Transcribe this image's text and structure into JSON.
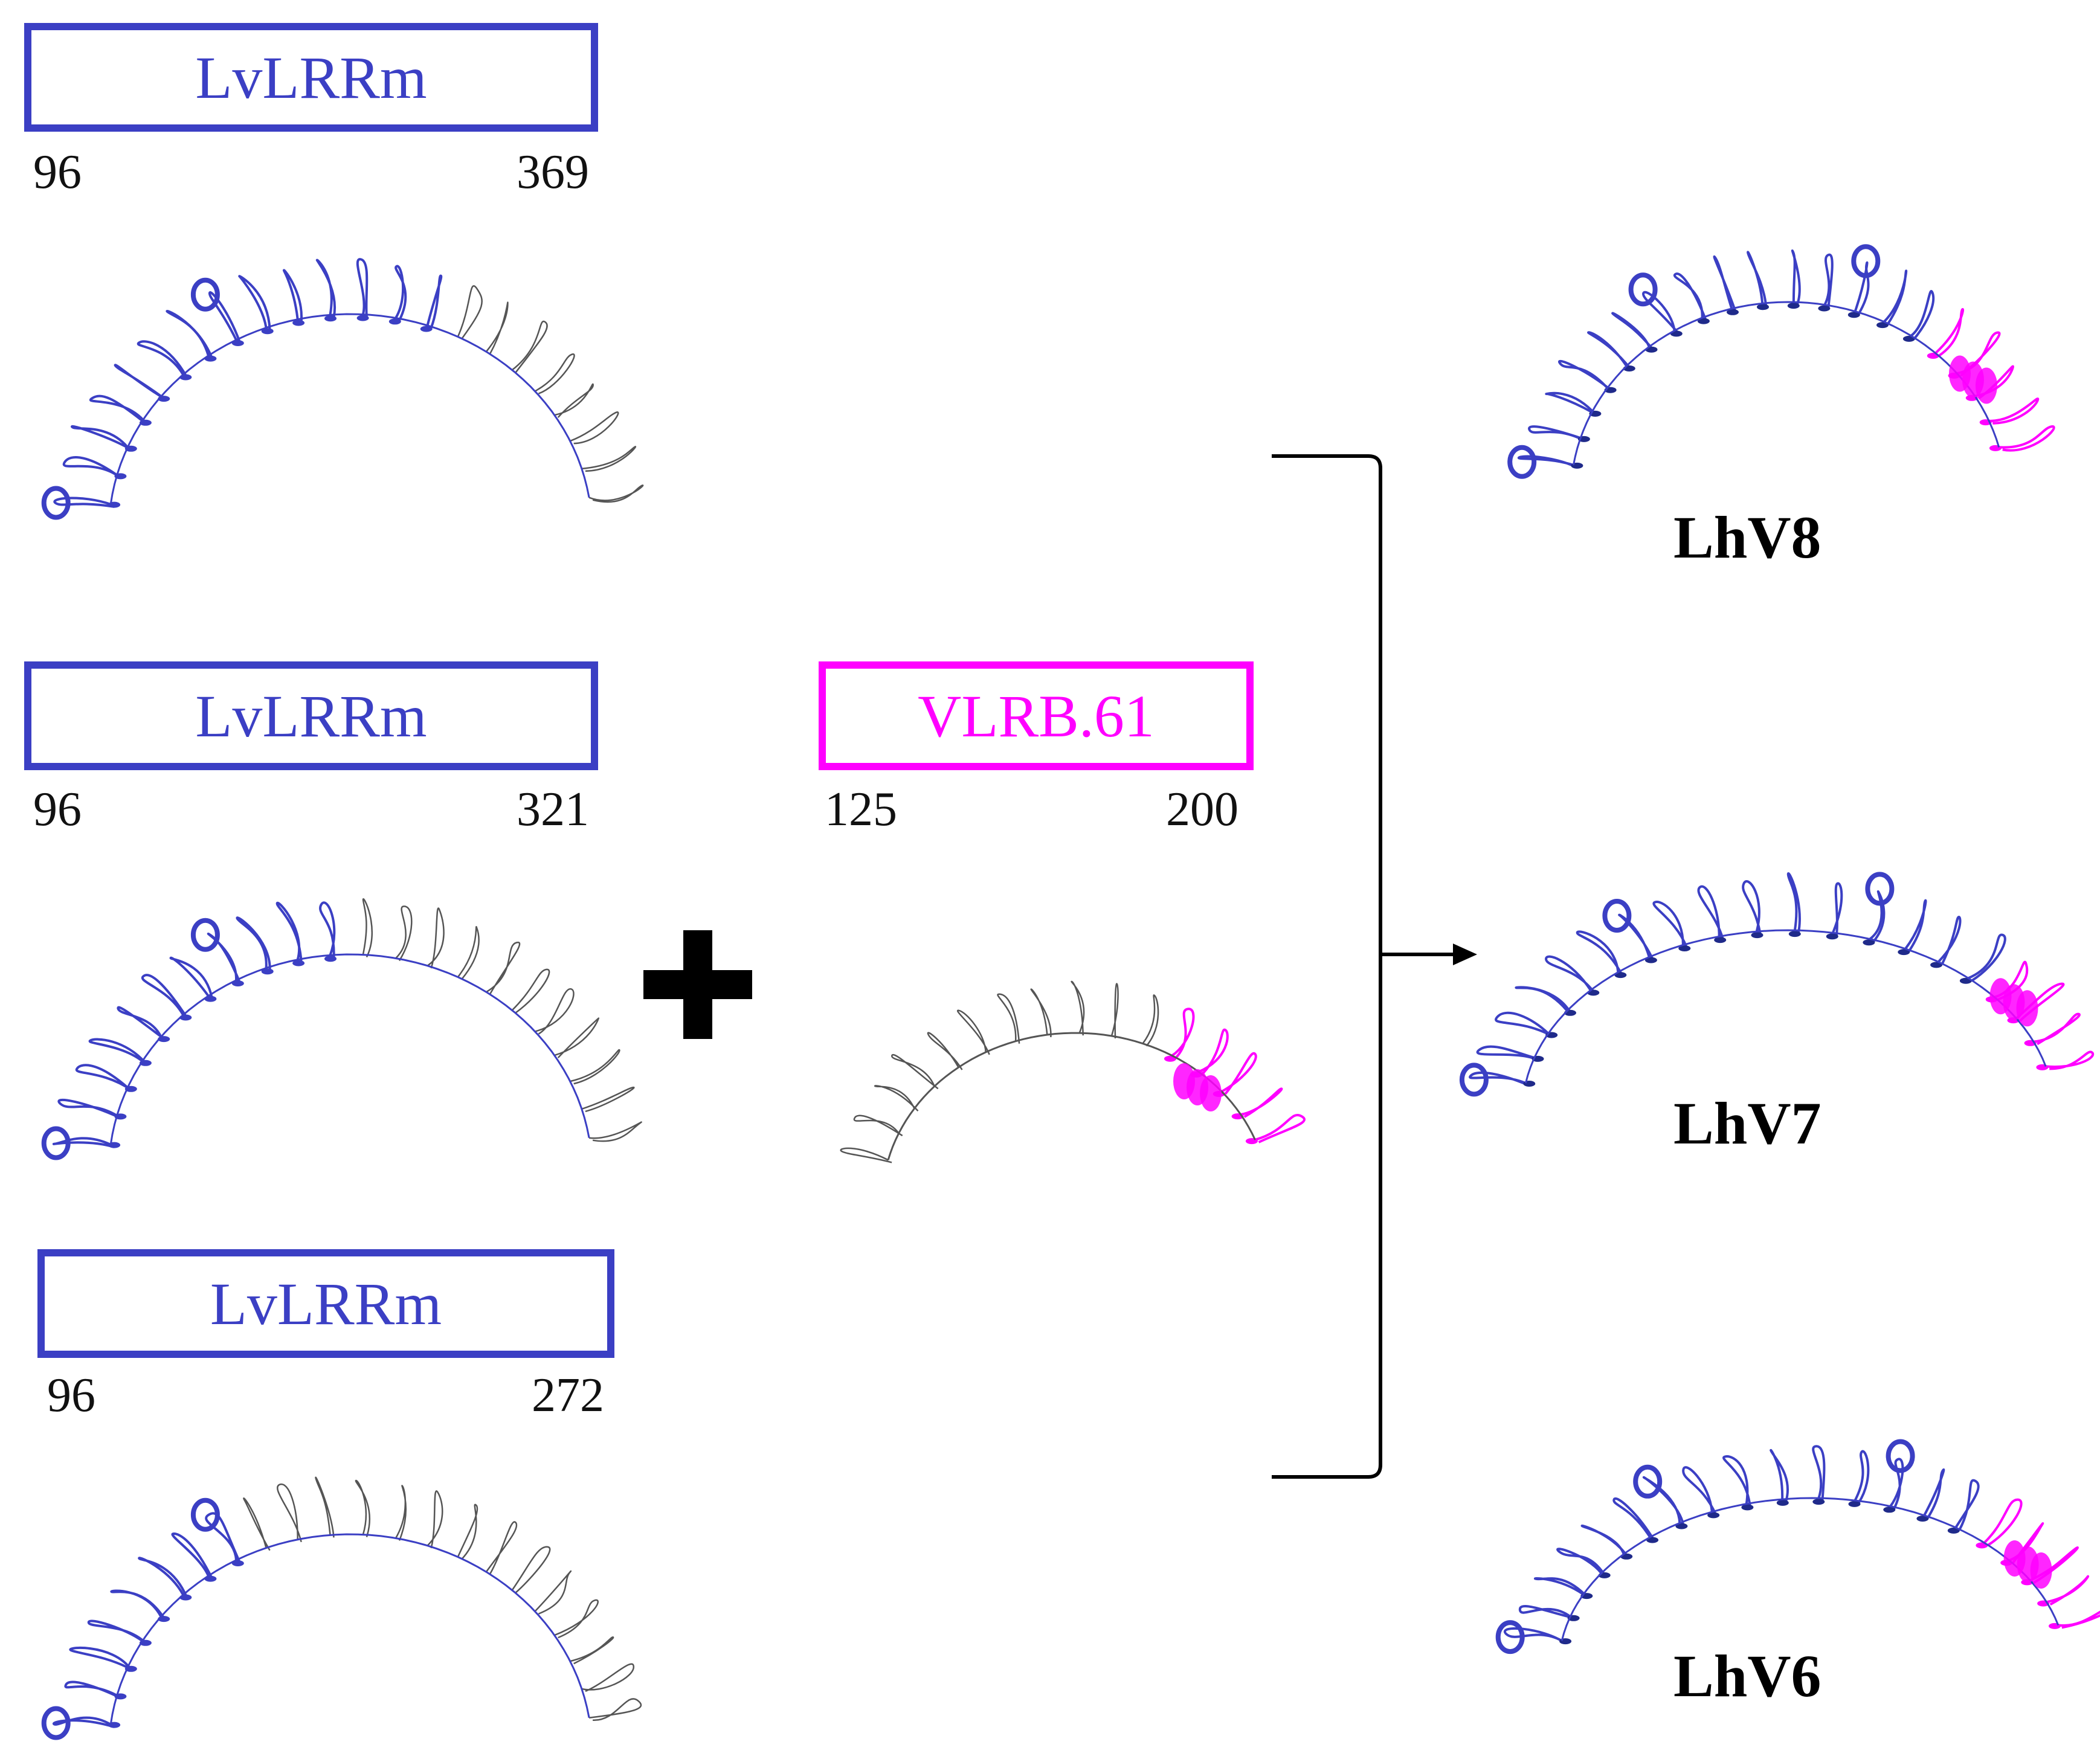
{
  "rows": [
    {
      "label": "LvLRRm",
      "start": "96",
      "end": "369"
    },
    {
      "label": "LvLRRm",
      "start": "96",
      "end": "321"
    },
    {
      "label": "LvLRRm",
      "start": "96",
      "end": "272"
    }
  ],
  "donor": {
    "label": "VLRB.61",
    "start": "125",
    "end": "200"
  },
  "operator": "+",
  "results": [
    "LhV8",
    "LhV7",
    "LhV6"
  ],
  "colors": {
    "lvlrrm": "#3b3fc4",
    "vlrb": "#ff00ff",
    "template": "#555555",
    "text": "#000000"
  }
}
